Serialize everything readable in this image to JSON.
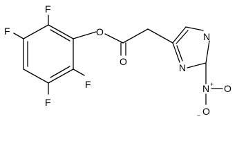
{
  "structure": {
    "atoms": {
      "F1": "F",
      "F2": "F",
      "F3": "F",
      "F4": "F",
      "O_ester": "O",
      "O_carbonyl": "O",
      "N_ring_upper": "N",
      "N_ring_lower": "N",
      "N_nitro": "N",
      "O_nitro_right": "O",
      "O_nitro_lower": "O"
    },
    "charges": {
      "N_nitro": "+",
      "O_nitro_lower": "−"
    }
  }
}
